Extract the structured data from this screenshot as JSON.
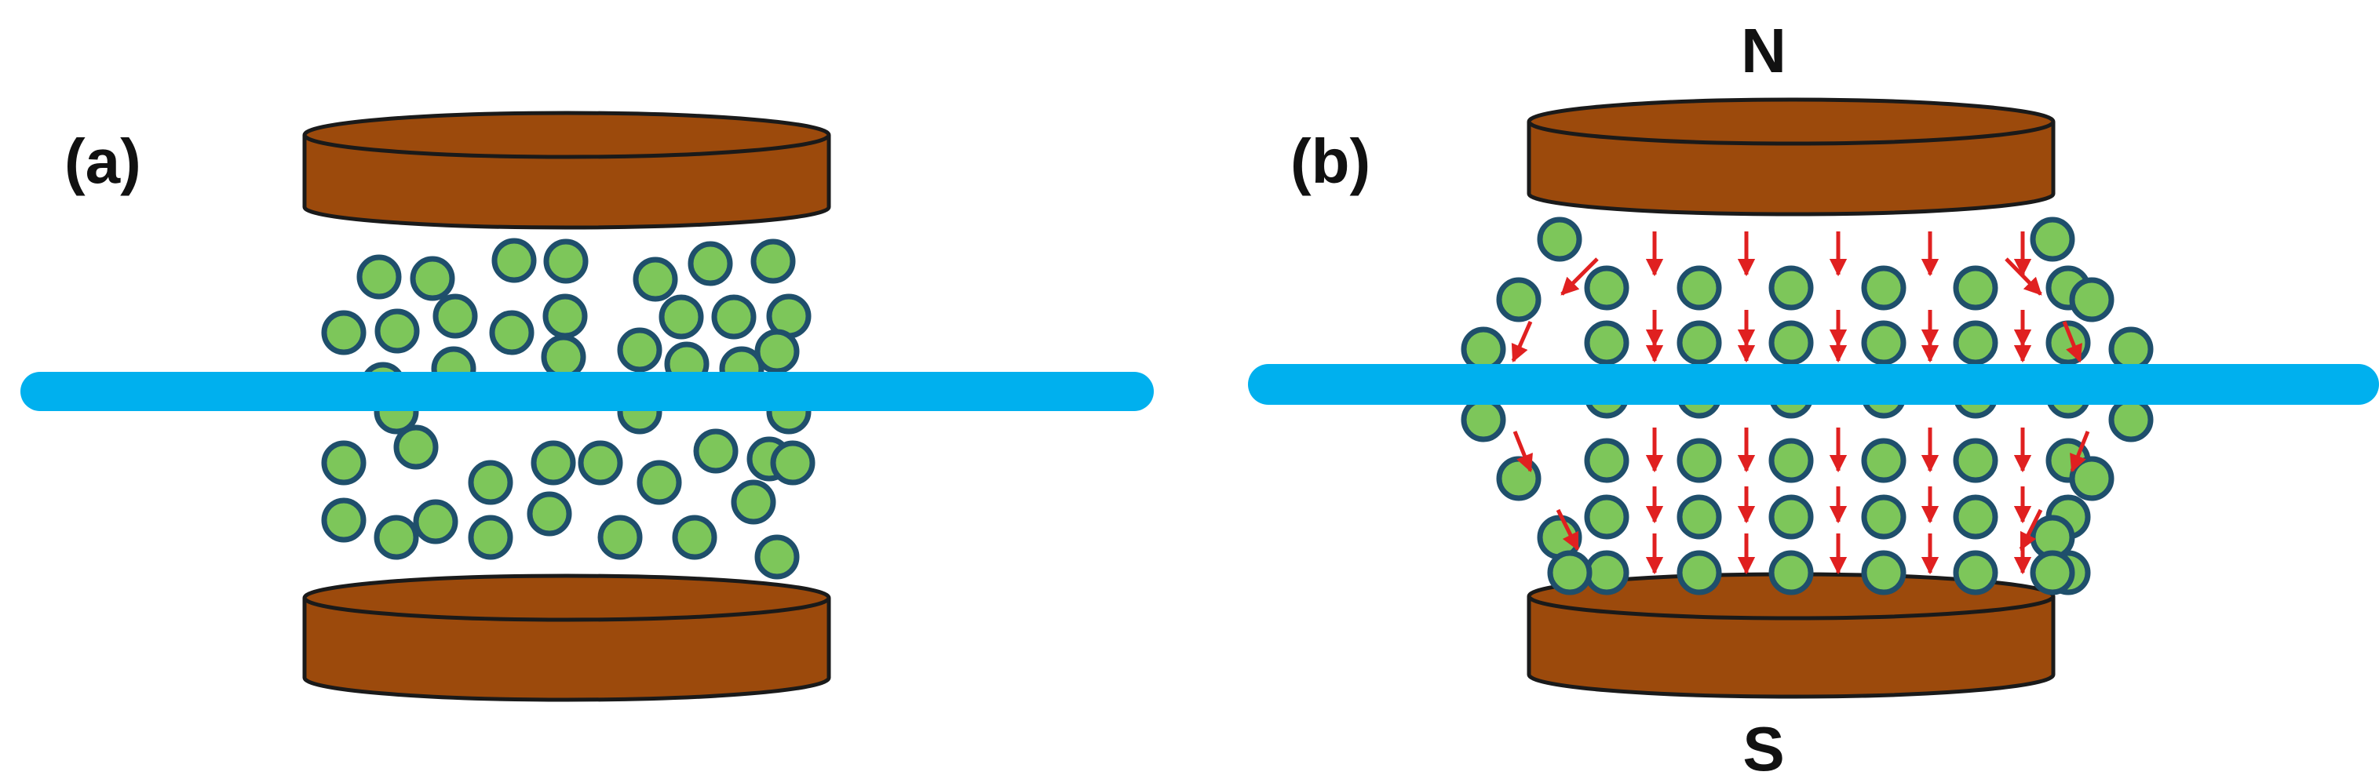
{
  "panel_a": {
    "label": "(a)"
  },
  "panel_b": {
    "label": "(b)",
    "pole_top": "N",
    "pole_bottom": "S"
  },
  "colors": {
    "plate_fill": "#9C4A0C",
    "plate_stroke": "#1a1a1a",
    "particle_fill": "#7DC65A",
    "particle_stroke": "#1F4F6B",
    "rod": "#00B0EE",
    "field_arrow": "#E02020"
  }
}
